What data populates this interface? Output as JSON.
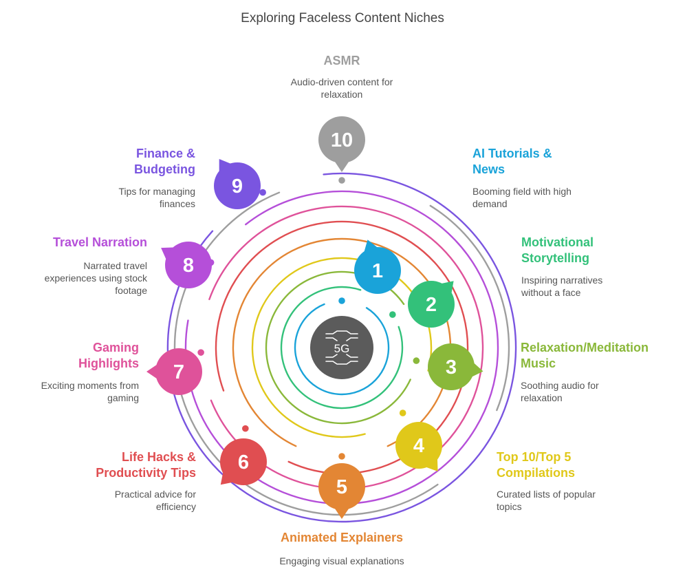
{
  "title": "Exploring Faceless Content Niches",
  "center_icon": {
    "name": "5g-chip-icon",
    "label": "5G",
    "color": "#5b5b5b"
  },
  "items": [
    {
      "number": "1",
      "label": "AI Tutorials & News",
      "description": "Booming field with high demand",
      "color": "#1aa3d9"
    },
    {
      "number": "2",
      "label": "Motivational Storytelling",
      "description": "Inspiring narratives without a face",
      "color": "#33c17a"
    },
    {
      "number": "3",
      "label": "Relaxation/Meditation Music",
      "description": "Soothing audio for relaxation",
      "color": "#8ab83a"
    },
    {
      "number": "4",
      "label": "Top 10/Top 5 Compilations",
      "description": "Curated lists of popular topics",
      "color": "#e0c81a"
    },
    {
      "number": "5",
      "label": "Animated Explainers",
      "description": "Engaging visual explanations",
      "color": "#e38634"
    },
    {
      "number": "6",
      "label": "Life Hacks & Productivity Tips",
      "description": "Practical advice for efficiency",
      "color": "#e04e51"
    },
    {
      "number": "7",
      "label": "Gaming Highlights",
      "description": "Exciting moments from gaming",
      "color": "#df529a"
    },
    {
      "number": "8",
      "label": "Travel Narration",
      "description": "Narrated travel experiences using stock footage",
      "color": "#b54fd9"
    },
    {
      "number": "9",
      "label": "Finance & Budgeting",
      "description": "Tips for managing finances",
      "color": "#7a55e0"
    },
    {
      "number": "10",
      "label": "ASMR",
      "description": "Audio-driven content for relaxation",
      "color": "#9e9e9e"
    }
  ]
}
